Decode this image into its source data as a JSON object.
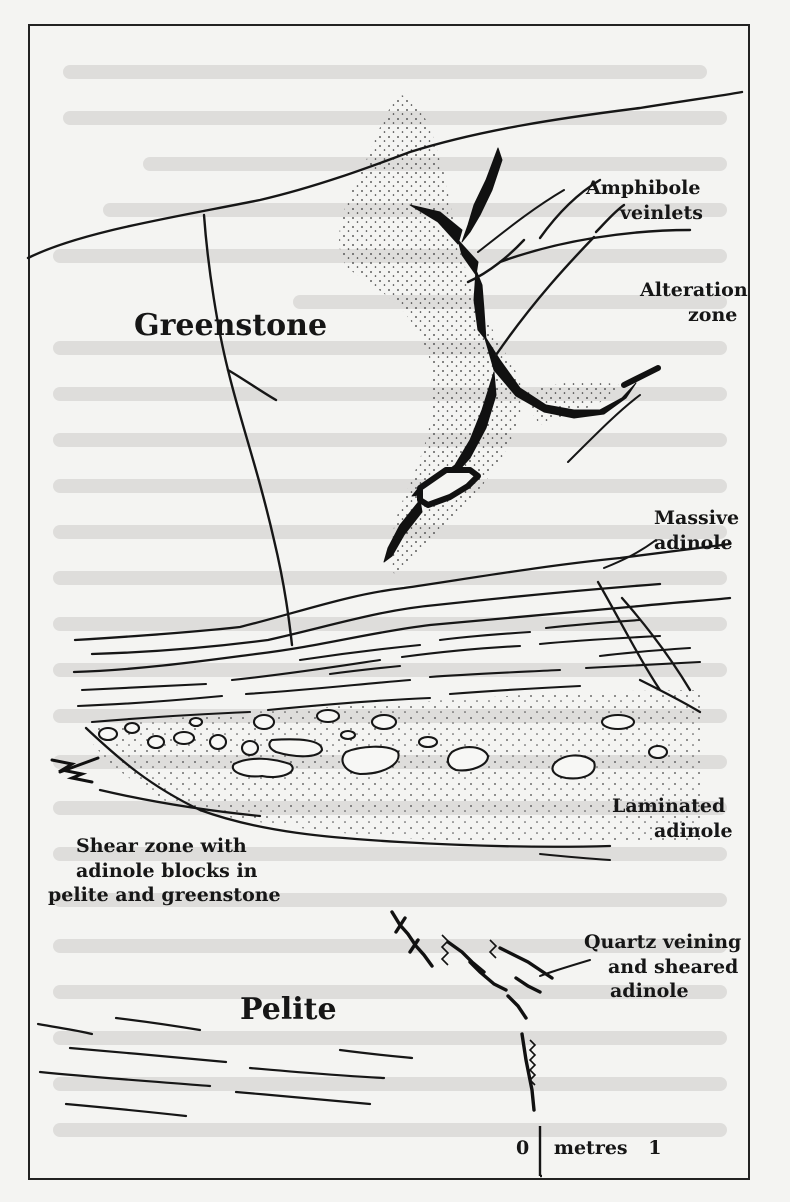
{
  "figure": {
    "labels": {
      "amphibole": [
        "Amphibole",
        "veinlets"
      ],
      "alteration": [
        "Alteration",
        "zone"
      ],
      "greenstone": "Greenstone",
      "massive": [
        "Massive",
        "adinole"
      ],
      "laminated": [
        "Laminated",
        "adinole"
      ],
      "shear": [
        "Shear zone with",
        "adinole blocks in",
        "pelite and greenstone"
      ],
      "quartz": [
        "Quartz veining",
        "and sheared",
        "adinole"
      ],
      "pelite": "Pelite",
      "scale_zero": "0",
      "scale_unit": "metres",
      "scale_one": "1"
    }
  },
  "colors": {
    "ink": "#161616",
    "paper": "#f4f4f2",
    "ghost_text": "#dcdcd9"
  },
  "icons": {
    "scale_bar": "vertical-scale-bar-icon"
  }
}
